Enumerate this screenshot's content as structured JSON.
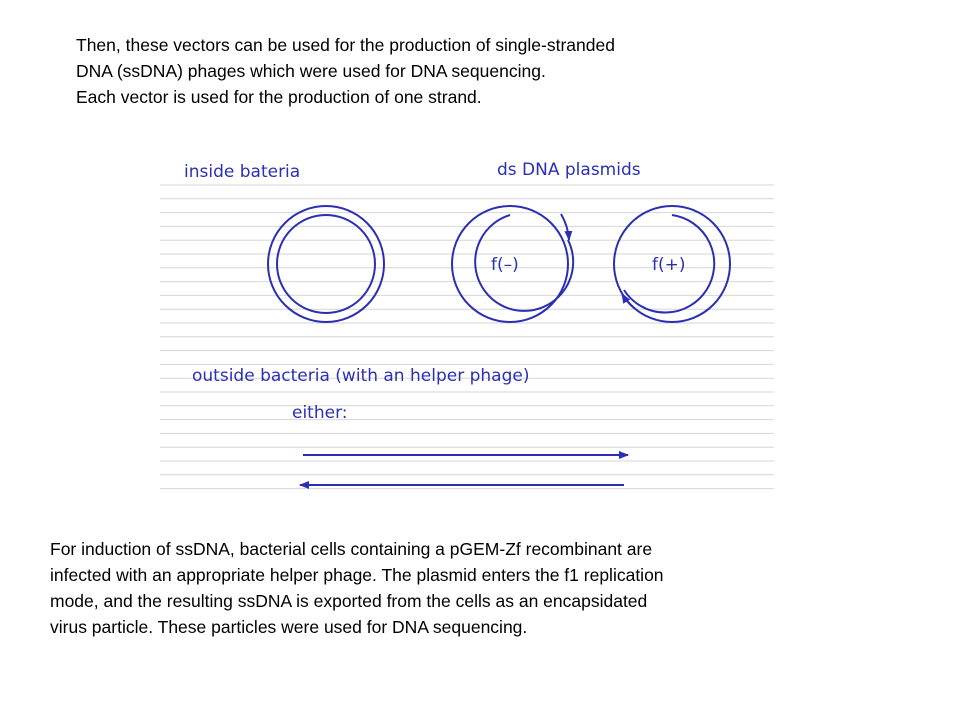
{
  "intro": {
    "lines": [
      "Then, these vectors can be used for  the production of single-stranded",
      "DNA (ssDNA) phages which were used for DNA sequencing.",
      "Each vector is used for the production of one strand."
    ]
  },
  "diagram": {
    "inside_label": "inside bateria",
    "plasmids_label": "ds DNA plasmids",
    "plasmids": [
      {
        "label": ""
      },
      {
        "label": "f(–)",
        "arrow_direction": "clockwise"
      },
      {
        "label": "f(+)",
        "arrow_direction": "clockwise"
      }
    ],
    "outside_label": "outside bacteria (with an helper phage)",
    "either_label": "either:",
    "strands": [
      {
        "direction": "right"
      },
      {
        "direction": "left"
      }
    ],
    "colors": {
      "ink": "#2b2fb3",
      "ruled_lines": "#d6d6d6"
    }
  },
  "description": {
    "lines": [
      "For induction of ssDNA, bacterial cells containing a pGEM-Zf recombinant are",
      "infected with an appropriate helper phage. The plasmid enters the f1 replication",
      "mode, and the resulting ssDNA  is exported from the cells as an encapsidated",
      "virus particle. These particles were used for DNA sequencing."
    ]
  }
}
